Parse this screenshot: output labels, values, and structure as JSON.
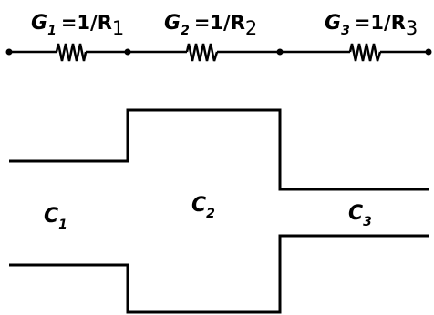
{
  "circuit": {
    "conductances": [
      {
        "g_symbol": "G",
        "g_sub": "1",
        "equals_text": "=1/R",
        "r_sub": "1"
      },
      {
        "g_symbol": "G",
        "g_sub": "2",
        "equals_text": "=1/R",
        "r_sub": "2"
      },
      {
        "g_symbol": "G",
        "g_sub": "3",
        "equals_text": "=1/R",
        "r_sub": "3"
      }
    ]
  },
  "pipe": {
    "sections": [
      {
        "symbol": "C",
        "sub": "1"
      },
      {
        "symbol": "C",
        "sub": "2"
      },
      {
        "symbol": "C",
        "sub": "3"
      }
    ]
  },
  "colors": {
    "line": "#000000",
    "background": "#ffffff"
  }
}
